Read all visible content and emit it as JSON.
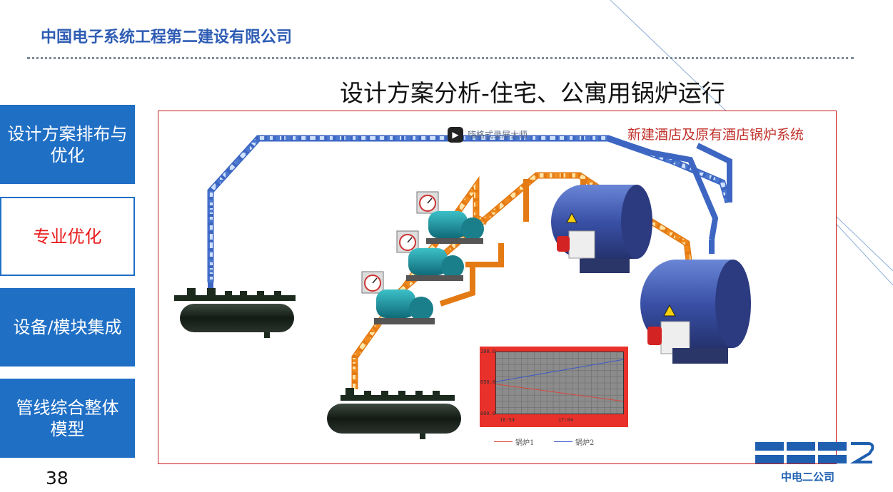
{
  "header": {
    "company_name": "中国电子系统工程第二建设有限公司"
  },
  "slide": {
    "title": "设计方案分析-住宅、公寓用锅炉运行",
    "page_number": "38"
  },
  "nav": {
    "items": [
      {
        "label": "设计方案排布与优化",
        "active": false
      },
      {
        "label": "专业优化",
        "active": true
      },
      {
        "label": "设备/模块集成",
        "active": false
      },
      {
        "label": "管线综合整体模型",
        "active": false
      }
    ]
  },
  "figure": {
    "system_title": "新建酒店及原有酒店锅炉系统",
    "watermark_text": "嗨格式录屏大师"
  },
  "chart_data": {
    "type": "line",
    "x_ticks": [
      "16:54",
      "17:04"
    ],
    "y_ticks": [
      "100.0",
      "050.0",
      "000.0"
    ],
    "ylim": [
      0,
      100
    ],
    "grid": true,
    "series": [
      {
        "name": "锅炉1",
        "color": "#d9473c",
        "x": [
          "16:50",
          "17:14"
        ],
        "values": [
          48,
          20
        ]
      },
      {
        "name": "锅炉2",
        "color": "#3a57c6",
        "x": [
          "16:50",
          "17:14"
        ],
        "values": [
          52,
          88
        ]
      }
    ]
  },
  "logo": {
    "text": "中电二公司"
  },
  "colors": {
    "accent_blue": "#1f6fc5",
    "title_blue": "#2f5db4",
    "active_red": "#e81919",
    "frame_red": "#c91d1d"
  }
}
